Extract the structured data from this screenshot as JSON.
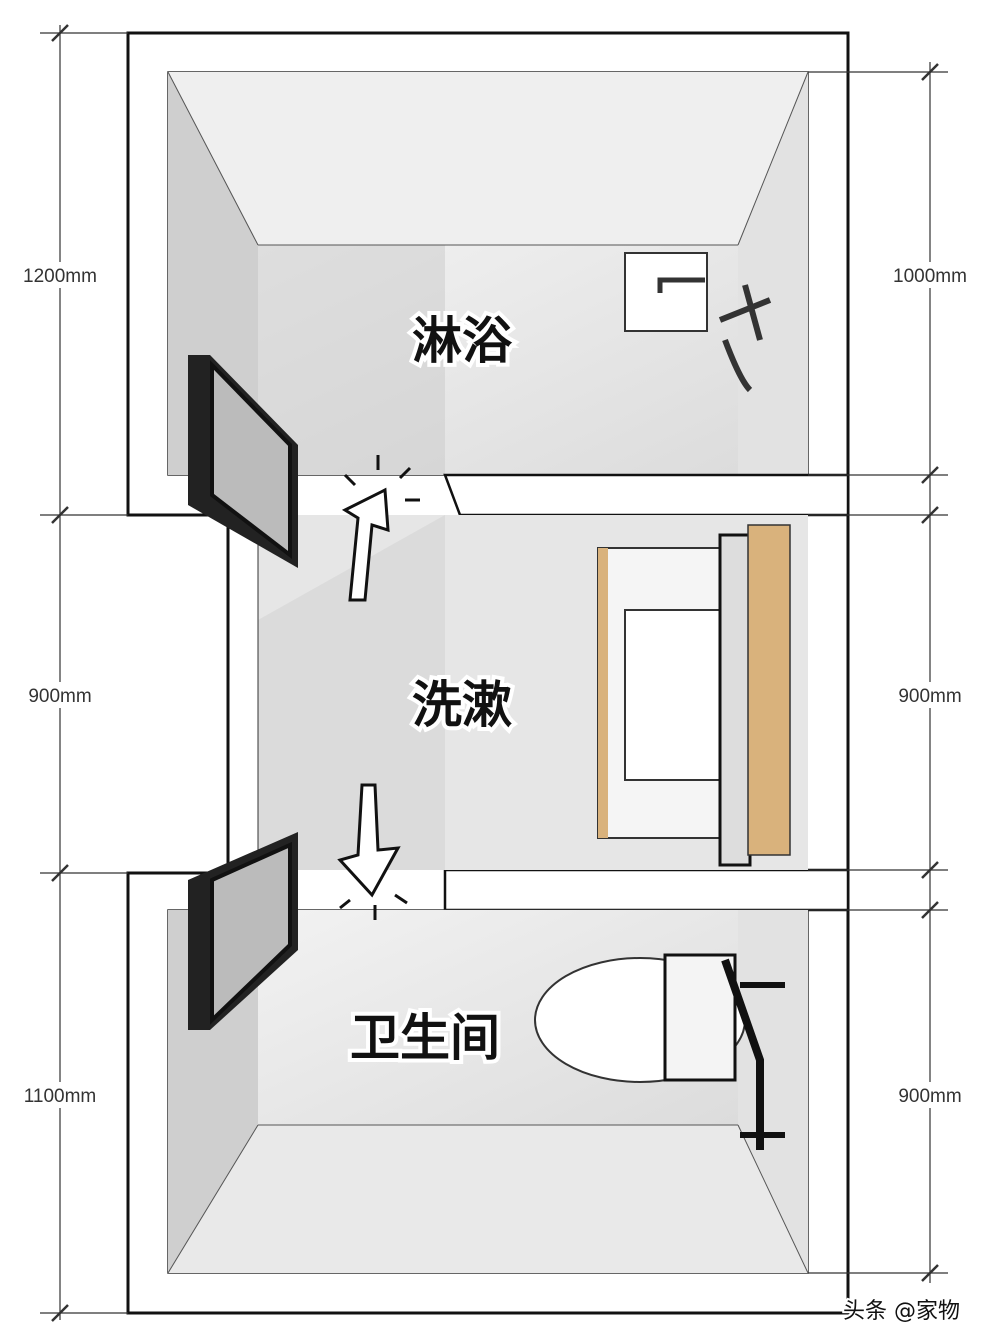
{
  "dimensions": {
    "left": [
      "1200mm",
      "900mm",
      "1100mm"
    ],
    "right": [
      "1000mm",
      "900mm",
      "900mm"
    ]
  },
  "rooms": {
    "shower": "淋浴",
    "wash": "洗漱",
    "toilet": "卫生间"
  },
  "watermark": "头条 @家物",
  "colors": {
    "wall": "#ffffff",
    "outline": "#111111",
    "floor": "#e4e4e4",
    "wall_face": "#d2d2d2",
    "wood": "#d9b27c"
  }
}
